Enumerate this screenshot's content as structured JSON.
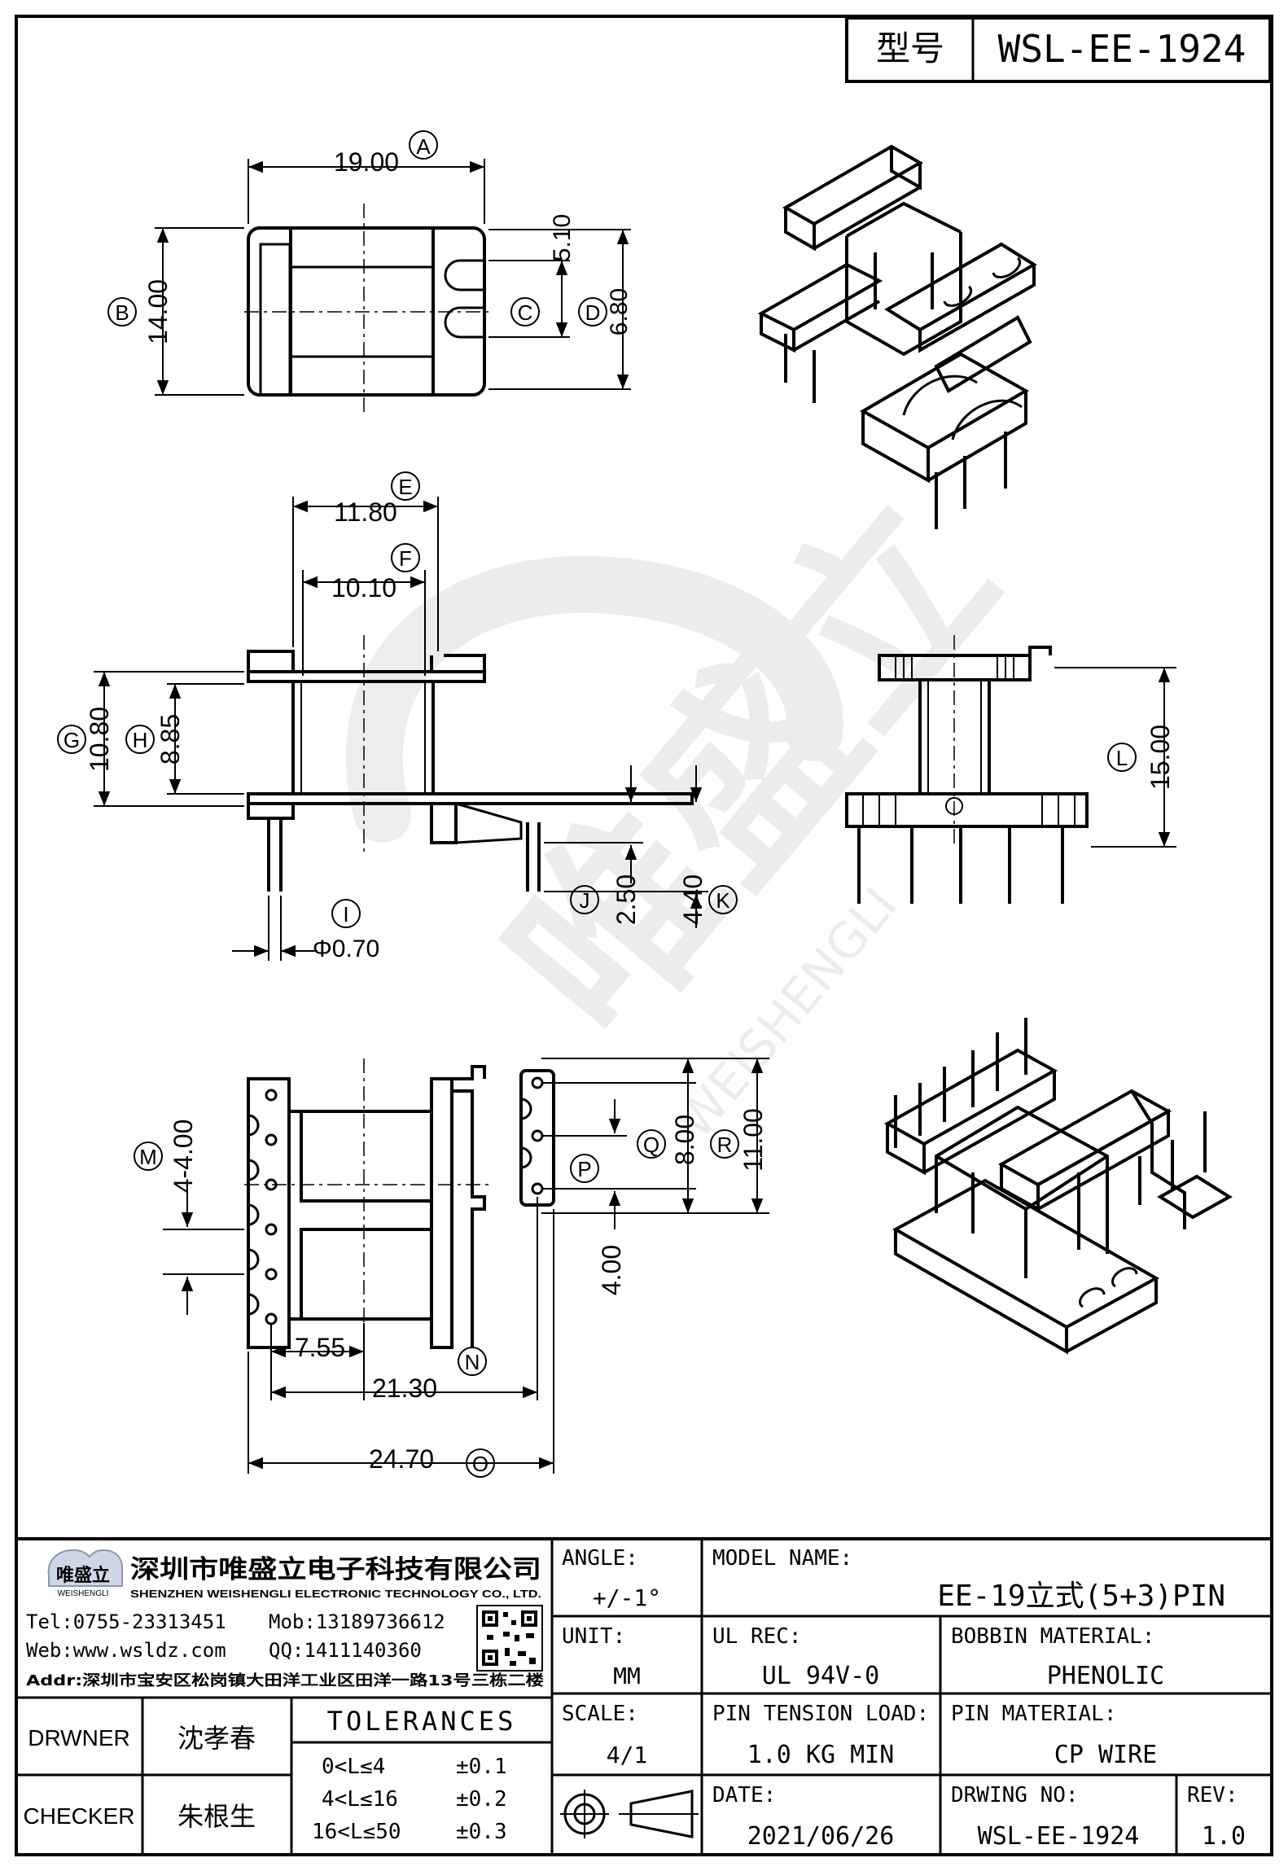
{
  "header": {
    "model_label": "型号",
    "model_value": "WSL-EE-1924"
  },
  "dimensions": {
    "A": {
      "letter": "A",
      "value": "19.00"
    },
    "B": {
      "letter": "B",
      "value": "14.00"
    },
    "C": {
      "letter": "C",
      "value": "5.10"
    },
    "D": {
      "letter": "D",
      "value": "6.80"
    },
    "E": {
      "letter": "E",
      "value": "11.80"
    },
    "F": {
      "letter": "F",
      "value": "10.10"
    },
    "G": {
      "letter": "G",
      "value": "10.80"
    },
    "H": {
      "letter": "H",
      "value": "8.85"
    },
    "I": {
      "letter": "I",
      "value": "Φ0.70"
    },
    "J": {
      "letter": "J",
      "value": "2.50"
    },
    "K": {
      "letter": "K",
      "value": "4.40"
    },
    "L": {
      "letter": "L",
      "value": "15.00"
    },
    "M": {
      "letter": "M",
      "value": "4-4.00"
    },
    "N": {
      "letter": "N",
      "value": "21.30"
    },
    "O": {
      "letter": "O",
      "value": "24.70"
    },
    "P": {
      "letter": "P",
      "value": "4.00"
    },
    "Q": {
      "letter": "Q",
      "value": "8.00"
    },
    "R": {
      "letter": "R",
      "value": "11.00"
    },
    "S": {
      "value": "7.55"
    }
  },
  "watermark": {
    "brand": "唯盛立",
    "latin": "WEISHENGLI"
  },
  "company": {
    "logo_text": "唯盛立",
    "logo_sub": "WEISHENGLI",
    "name_cn": "深圳市唯盛立电子科技有限公司",
    "name_en": "SHENZHEN WEISHENGLI ELECTRONIC TECHNOLOGY CO., LTD.",
    "tel": "Tel:0755-23313451",
    "mob": "Mob:13189736612",
    "web": "Web:www.wsldz.com",
    "qq": "QQ:1411140360",
    "addr": "Addr:深圳市宝安区松岗镇大田洋工业区田洋一路13号三栋二楼"
  },
  "title_block": {
    "angle_label": "ANGLE:",
    "angle_value": "+/-1°",
    "model_name_label": "MODEL NAME:",
    "model_name_value": "EE-19立式(5+3)PIN",
    "unit_label": "UNIT:",
    "unit_value": "MM",
    "ul_label": "UL REC:",
    "ul_value": "UL 94V-0",
    "bobbin_label": "BOBBIN MATERIAL:",
    "bobbin_value": "PHENOLIC",
    "scale_label": "SCALE:",
    "scale_value": "4/1",
    "pin_tension_label": "PIN TENSION LOAD:",
    "pin_tension_value": "1.0 KG MIN",
    "pin_material_label": "PIN MATERIAL:",
    "pin_material_value": "CP WIRE",
    "date_label": "DATE:",
    "date_value": "2021/06/26",
    "drwing_no_label": "DRWING NO:",
    "drwing_no_value": "WSL-EE-1924",
    "rev_label": "REV:",
    "rev_value": "1.0",
    "drawer_label": "DRWNER",
    "drawer_value": "沈孝春",
    "checker_label": "CHECKER",
    "checker_value": "朱根生",
    "tolerances_label": "TOLERANCES",
    "tol_rows": [
      {
        "range": "0<L≤4",
        "value": "±0.1"
      },
      {
        "range": "4<L≤16",
        "value": "±0.2"
      },
      {
        "range": "16<L≤50",
        "value": "±0.3"
      }
    ]
  }
}
